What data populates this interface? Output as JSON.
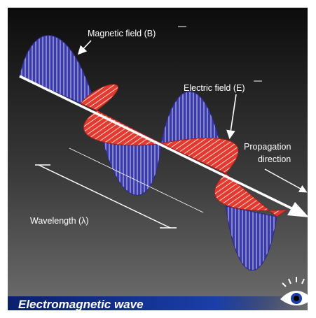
{
  "diagram": {
    "labels": {
      "magnetic_field": "Magnetic field (B)",
      "electric_field": "Electric field (E)",
      "propagation_line1": "Propagation",
      "propagation_line2": "direction",
      "wavelength": "Wavelength (λ)"
    },
    "caption": "Electromagnetic wave",
    "icons": [
      "eye-icon"
    ],
    "colors": {
      "background_top": "#0c0c0c",
      "background_bottom": "#6b6b6b",
      "magnetic_wave": "#3a3aa8",
      "magnetic_stripes": "#d8d8ff",
      "electric_wave": "#e23a30",
      "electric_stripes": "#ffd0c8",
      "axis": "#ffffff",
      "caption_bar": "#0a1f6e"
    }
  }
}
